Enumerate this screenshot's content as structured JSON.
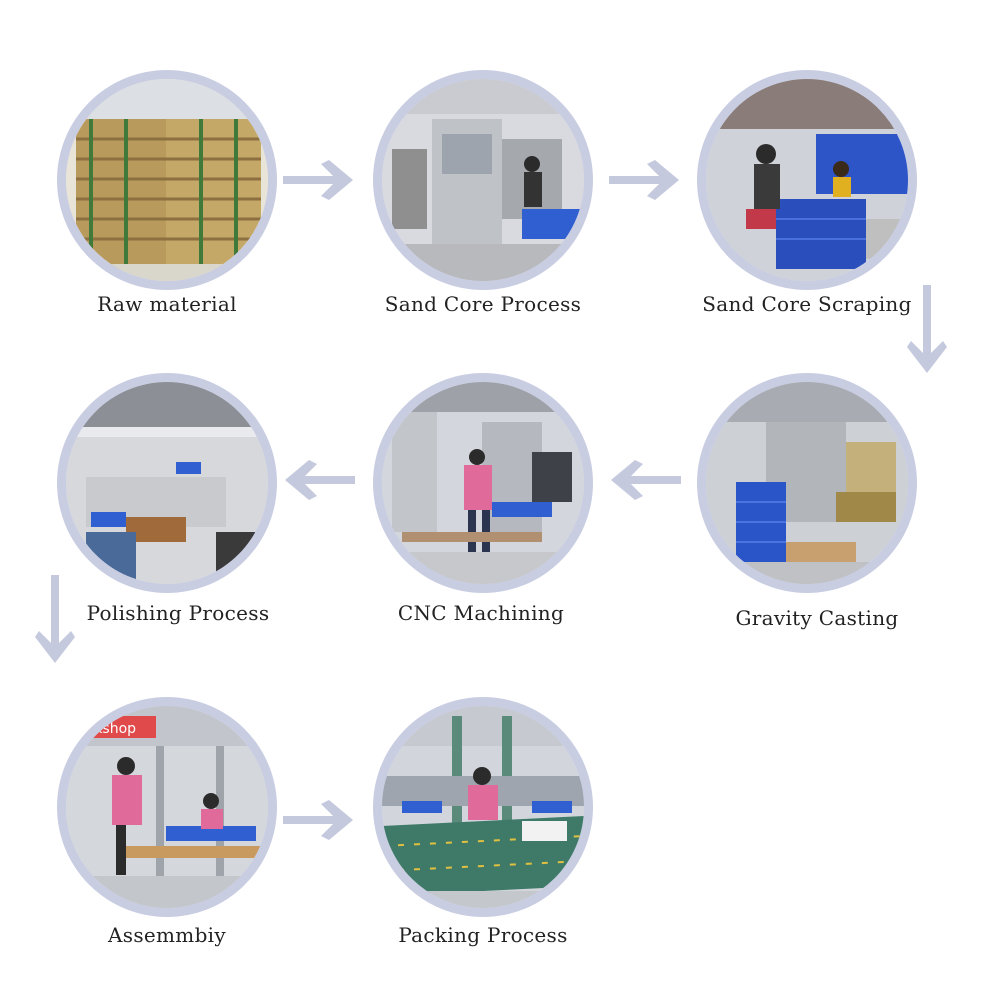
{
  "steps": [
    {
      "label": "Raw material",
      "photo": "raw-material-photo"
    },
    {
      "label": "Sand Core Process",
      "photo": "sand-core-process-photo"
    },
    {
      "label": "Sand Core Scraping",
      "photo": "sand-core-scraping-photo"
    },
    {
      "label": "Gravity Casting",
      "photo": "gravity-casting-photo"
    },
    {
      "label": "CNC Machining",
      "photo": "cnc-machining-photo"
    },
    {
      "label": "Polishing Process",
      "photo": "polishing-process-photo"
    },
    {
      "label": "Assemmbiy",
      "photo": "assembly-photo"
    },
    {
      "label": "Packing Process",
      "photo": "packing-process-photo"
    }
  ],
  "photo_signs": {
    "workshop": "orkshop"
  },
  "colors": {
    "ring": "#c9cde2",
    "arrow": "#c5c9de",
    "text": "#222222"
  },
  "arrows": [
    "arrow-right",
    "arrow-right",
    "arrow-down",
    "arrow-left",
    "arrow-left",
    "arrow-down",
    "arrow-right"
  ]
}
